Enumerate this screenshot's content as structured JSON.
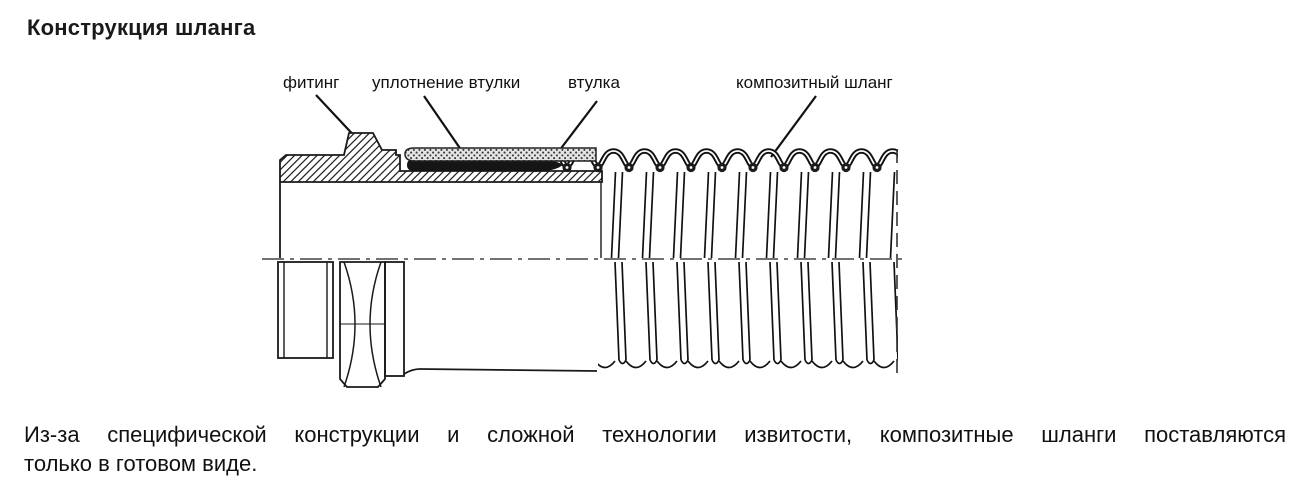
{
  "page": {
    "background": "#ffffff",
    "ink": "#1a1a1a"
  },
  "title": "Конструкция шланга",
  "diagram": {
    "name": "composite-hose-construction",
    "labels": [
      {
        "id": "fitting",
        "text": "фитинг"
      },
      {
        "id": "sleeve-seal",
        "text": "уплотнение втулки"
      },
      {
        "id": "sleeve",
        "text": "втулка"
      },
      {
        "id": "composite-hose",
        "text": "композитный шланг"
      }
    ]
  },
  "paragraph": {
    "line1": "Из-за специфической конструкции и сложной технологии извитости, композитные шланги поставляются",
    "line2": "только в готовом виде.",
    "full_text": "Из-за специфической конструкции и сложной технологии извитости, композитные шланги поставляются только в готовом виде."
  }
}
